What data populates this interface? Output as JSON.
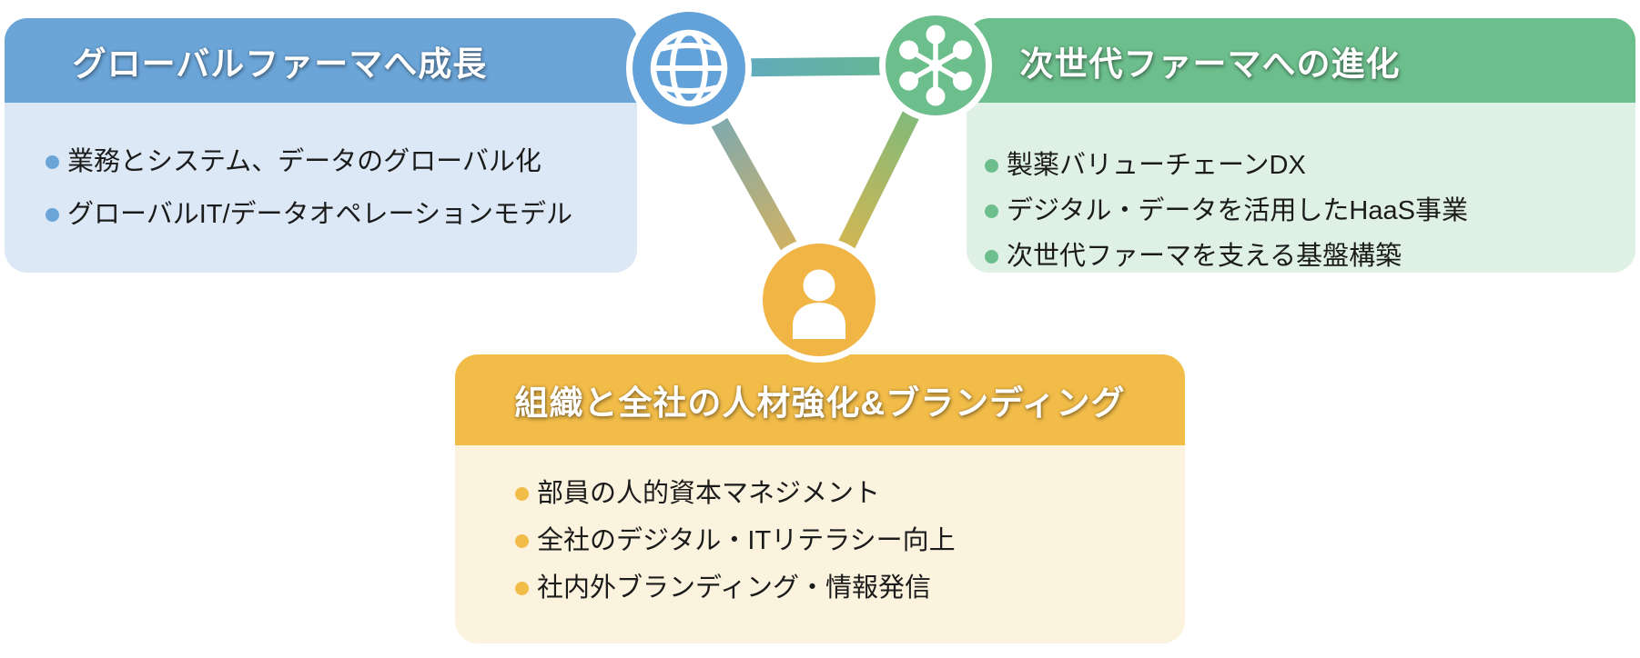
{
  "colors": {
    "blue_header": "#6BA5D8",
    "blue_body": "#DCE8F5",
    "blue_icon": "#62A2D8",
    "green_header": "#6CBE8C",
    "green_body": "#DFF0E5",
    "yellow_header": "#F2BC49",
    "yellow_body": "#FCF3DF",
    "line_blue": "#5FA6CC",
    "line_green": "#66BB86",
    "line_yellow": "#F0B545",
    "text": "#1B1B1B"
  },
  "left_box": {
    "title": "グローバルファーマへ成長",
    "items": [
      "業務とシステム、データのグローバル化",
      "グローバルIT/データオペレーションモデル"
    ]
  },
  "right_box": {
    "title": "次世代ファーマへの進化",
    "items": [
      "製薬バリューチェーンDX",
      "デジタル・データを活用したHaaS事業",
      "次世代ファーマを支える基盤構築"
    ]
  },
  "bottom_box": {
    "title": "組織と全社の人材強化&ブランディング",
    "items": [
      "部員の人的資本マネジメント",
      "全社のデジタル・ITリテラシー向上",
      "社内外ブランディング・情報発信"
    ]
  },
  "icons": {
    "globe": "globe-icon",
    "network": "network-icon",
    "person": "person-icon"
  }
}
